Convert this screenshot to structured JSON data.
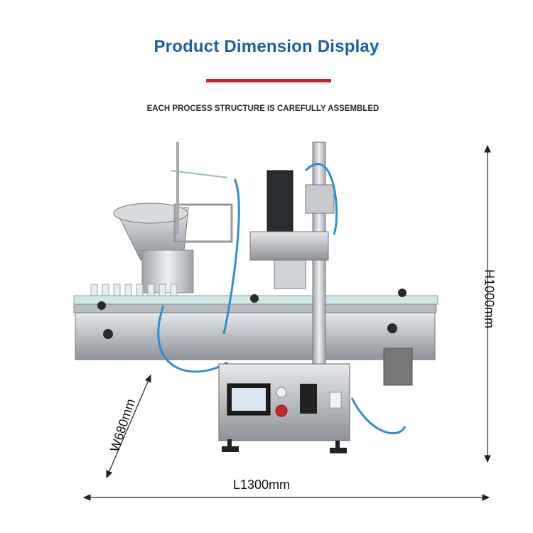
{
  "header": {
    "title": "Product Dimension Display",
    "subtitle": "EACH PROCESS STRUCTURE IS CAREFULLY ASSEMBLED",
    "accent_color": "#c8232c",
    "title_color": "#1d5fa6"
  },
  "dimensions": {
    "length": "L1300mm",
    "width": "W680mm",
    "height": "H1000mm"
  },
  "photo": {
    "subject": "automatic bottle capping machine with vibratory cap feeder, conveyor, control panel",
    "icons": [
      "bowl-feeder-icon",
      "capping-head-icon",
      "control-panel-icon",
      "conveyor-icon"
    ]
  }
}
